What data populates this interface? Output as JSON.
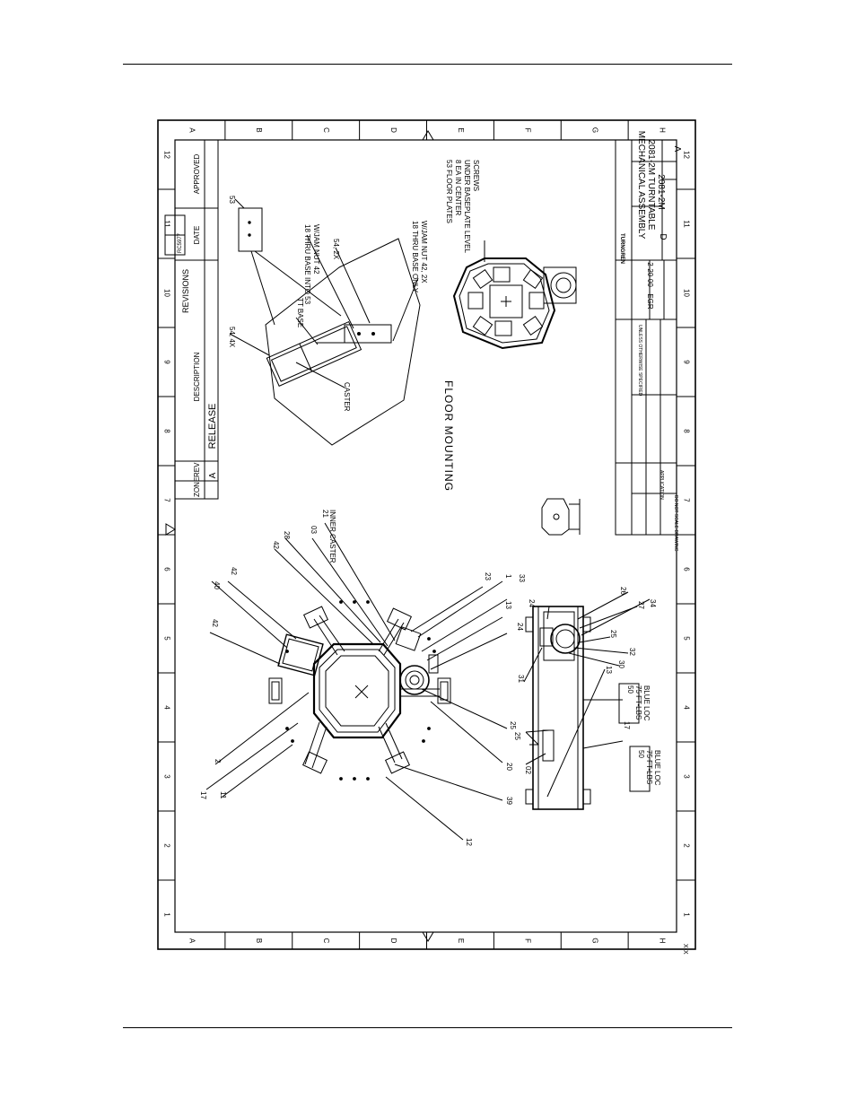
{
  "border": {
    "row_letters": [
      "A",
      "B",
      "C",
      "D",
      "E",
      "F",
      "G",
      "H"
    ],
    "col_numbers": [
      "1",
      "2",
      "3",
      "4",
      "5",
      "6",
      "7",
      "8",
      "9",
      "10",
      "11",
      "12"
    ]
  },
  "revisions": {
    "title": "REVISIONS",
    "columns": {
      "zone": "ZONE",
      "rev": "REV",
      "description": "DESCRIPTION",
      "date": "DATE",
      "approved": "APPROVED"
    },
    "row": {
      "rev": "A",
      "description": "RELEASE"
    },
    "ecn": "RC5977"
  },
  "callouts": {
    "inner_caster": "INNER CASTER",
    "n21": "21",
    "n03": "03",
    "n28": "28",
    "n42a": "42",
    "n42b": "42",
    "n42c": "42",
    "n40": "40",
    "n23": "23",
    "n1": "1",
    "n33": "33",
    "n13": "13",
    "n24": "24",
    "n25": "25",
    "n20": "20",
    "n39": "39",
    "n12": "12",
    "n11": "11",
    "n17": "17",
    "n2": "2",
    "side_24": "24",
    "side_26": "26",
    "side_27": "27",
    "side_34": "34",
    "side_25": "25",
    "side_31": "31",
    "side_32": "32",
    "side_30": "30",
    "side_13": "13",
    "side_25b": "25",
    "side_17": "17",
    "side_02": "02",
    "torque_a": [
      "50",
      "75 FT-LBS",
      "BLUE LOC"
    ],
    "torque_b": [
      "50",
      "75 FT-LBS",
      "BLUE LOC"
    ]
  },
  "floor_mounting": {
    "title": "FLOOR MOUNTING",
    "note_53": "53",
    "thru_base_53": [
      "18 THRU BASE INTO 53",
      "W/JAM NUT 42"
    ],
    "n54_2x": "54, 2X",
    "n54_4x": "54, 4X",
    "tt_base": "TT BASE",
    "caster": "CASTER",
    "thru_base_only": [
      "18 THRU BASE ONLY",
      "W/JAM NUT 42, 2X"
    ],
    "floor_plates": [
      "53 FLOOR PLATES",
      "8 EA IN CENTER",
      "UNDER BASEPLATE LEVEL",
      "SCREWS"
    ]
  },
  "title_block": {
    "company": "TURNGREN",
    "title_lines": [
      "MECHANICAL ASSEMBLY",
      "2081-2M TURNTABLE"
    ],
    "dwg_no": "2081-2M",
    "rev": "A",
    "size": "D",
    "date": "2-20-00",
    "drawn": "EGR",
    "no_scale": "DO NOT SCALE DRAWING",
    "application": "APPLICATION",
    "tolerances": "UNLESS OTHERWISE SPECIFIED"
  },
  "corner_code": "X-X"
}
